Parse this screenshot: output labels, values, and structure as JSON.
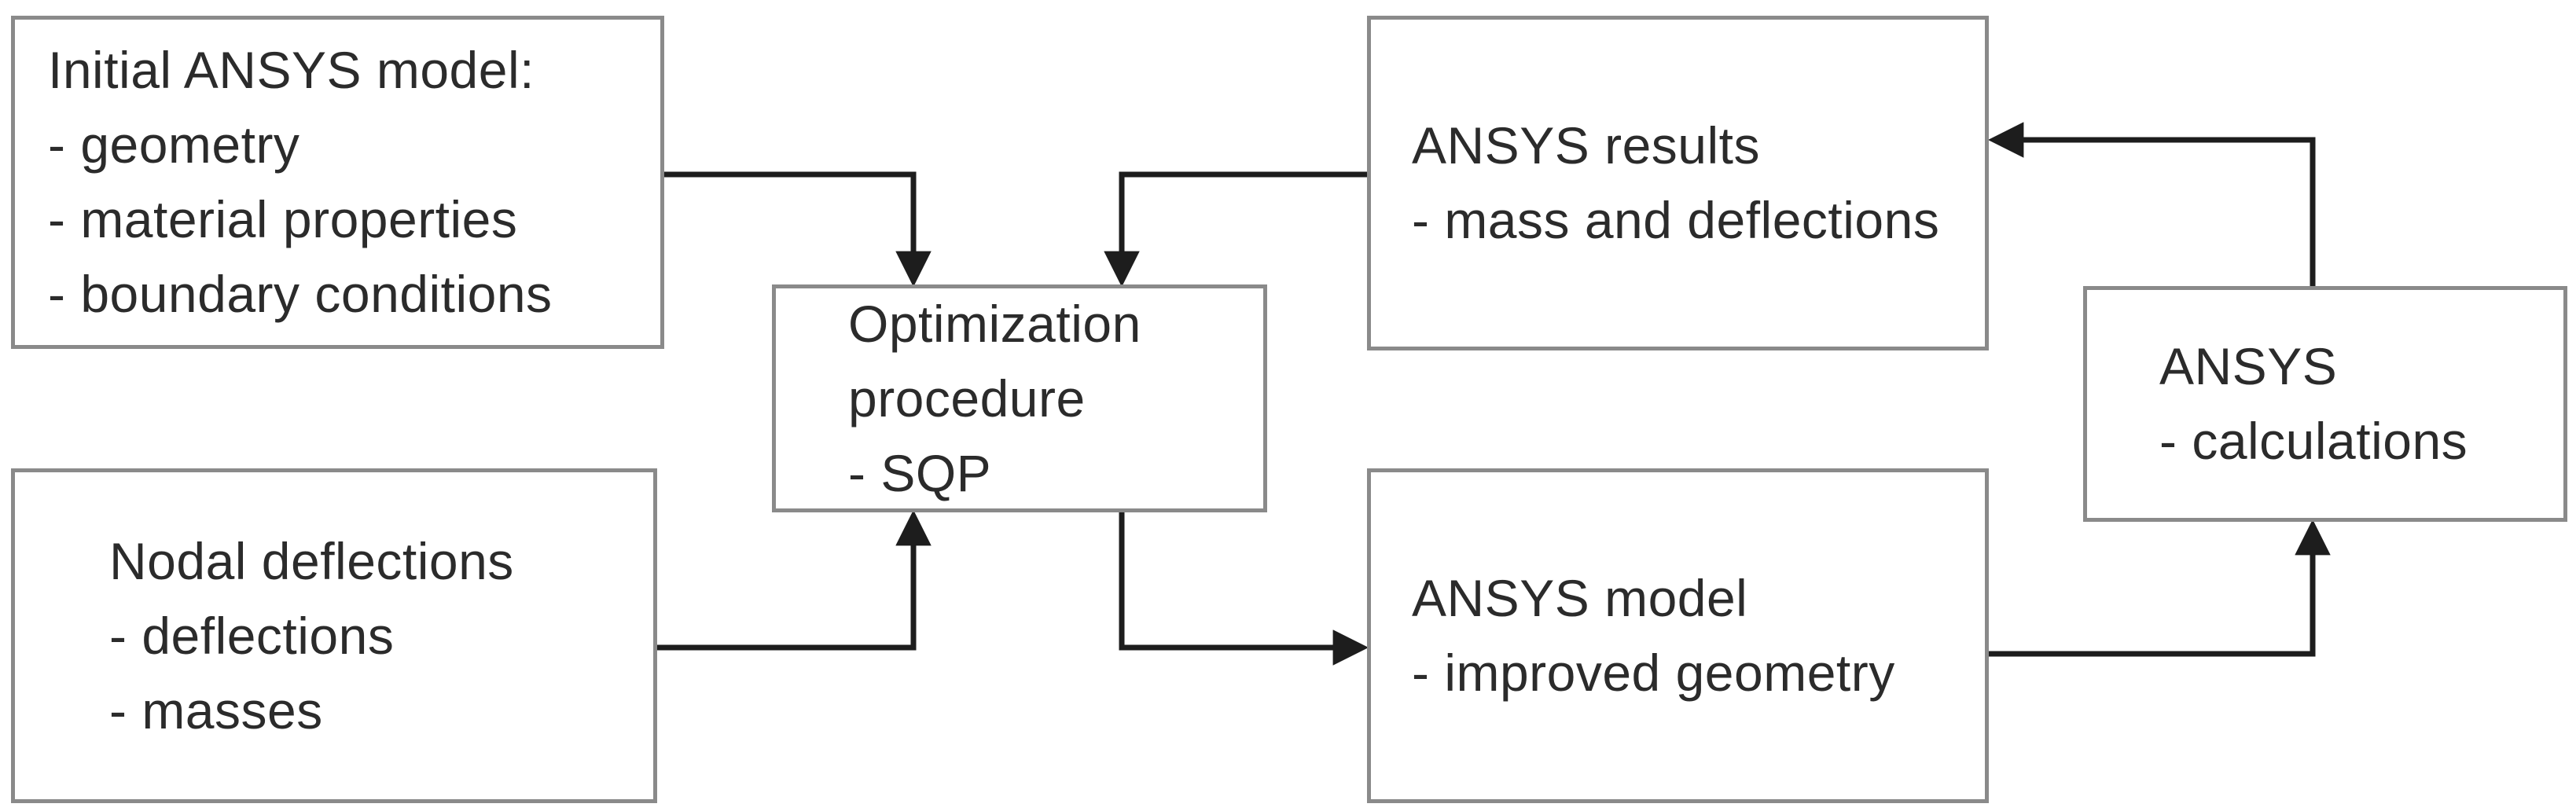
{
  "diagram_type": "flowchart",
  "colors": {
    "background": "#ffffff",
    "box_border": "#8a8a8a",
    "connector": "#1d1d1d",
    "text": "#2b2b2b"
  },
  "boxes": {
    "initial_model": {
      "lines": [
        "Initial ANSYS model:",
        "- geometry",
        "- material properties",
        "- boundary conditions"
      ]
    },
    "nodal_deflections": {
      "lines": [
        "Nodal deflections",
        "- deflections",
        "- masses"
      ]
    },
    "optimization": {
      "lines": [
        "Optimization",
        "procedure",
        "- SQP"
      ]
    },
    "ansys_results": {
      "lines": [
        "ANSYS results",
        "- mass and deflections"
      ]
    },
    "ansys_model": {
      "lines": [
        "ANSYS model",
        "- improved geometry"
      ]
    },
    "ansys_calculations": {
      "lines": [
        "ANSYS",
        "- calculations"
      ]
    }
  },
  "connections": [
    {
      "from": "initial_model",
      "to": "optimization"
    },
    {
      "from": "ansys_results",
      "to": "optimization"
    },
    {
      "from": "nodal_deflections",
      "to": "optimization"
    },
    {
      "from": "optimization",
      "to": "ansys_model"
    },
    {
      "from": "ansys_model",
      "to": "ansys_calculations"
    },
    {
      "from": "ansys_calculations",
      "to": "ansys_results"
    }
  ]
}
